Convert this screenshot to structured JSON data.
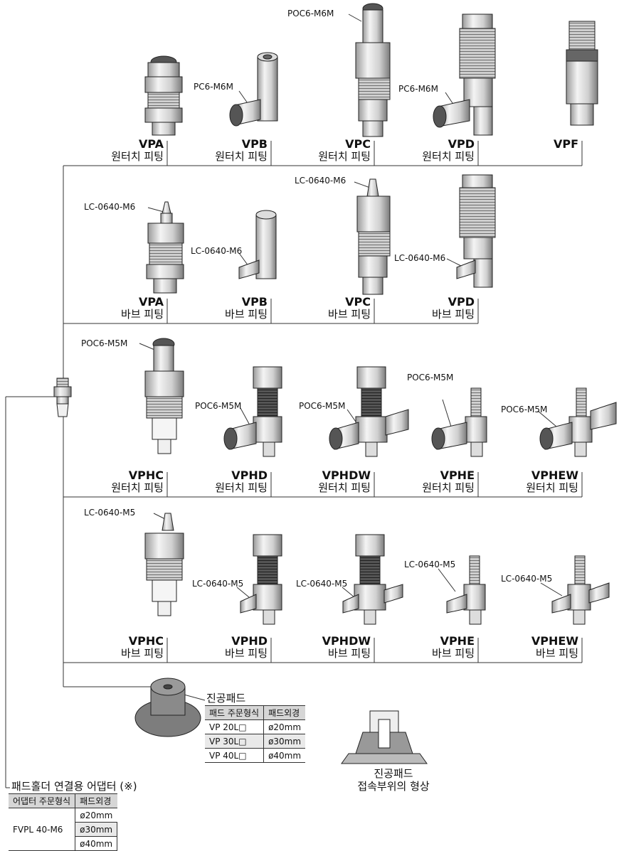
{
  "rows": [
    {
      "items": [
        {
          "model": "VPA",
          "sub": "원터치 피팅",
          "part": ""
        },
        {
          "model": "VPB",
          "sub": "원터치 피팅",
          "part": "PC6-M6M"
        },
        {
          "model": "VPC",
          "sub": "원터치 피팅",
          "part": "POC6-M6M"
        },
        {
          "model": "VPD",
          "sub": "원터치 피팅",
          "part": "PC6-M6M"
        },
        {
          "model": "VPF",
          "sub": "",
          "part": ""
        }
      ]
    },
    {
      "items": [
        {
          "model": "VPA",
          "sub": "바브 피팅",
          "part": "LC-0640-M6"
        },
        {
          "model": "VPB",
          "sub": "바브 피팅",
          "part": "LC-0640-M6"
        },
        {
          "model": "VPC",
          "sub": "바브 피팅",
          "part": "LC-0640-M6"
        },
        {
          "model": "VPD",
          "sub": "바브 피팅",
          "part": "LC-0640-M6"
        }
      ]
    },
    {
      "items": [
        {
          "model": "VPHC",
          "sub": "원터치 피팅",
          "part": "POC6-M5M"
        },
        {
          "model": "VPHD",
          "sub": "원터치 피팅",
          "part": "POC6-M5M"
        },
        {
          "model": "VPHDW",
          "sub": "원터치 피팅",
          "part": "POC6-M5M"
        },
        {
          "model": "VPHE",
          "sub": "원터치 피팅",
          "part": "POC6-M5M"
        },
        {
          "model": "VPHEW",
          "sub": "원터치 피팅",
          "part": "POC6-M5M"
        }
      ]
    },
    {
      "items": [
        {
          "model": "VPHC",
          "sub": "바브 피팅",
          "part": "LC-0640-M5"
        },
        {
          "model": "VPHD",
          "sub": "바브 피팅",
          "part": "LC-0640-M5"
        },
        {
          "model": "VPHDW",
          "sub": "바브 피팅",
          "part": "LC-0640-M5"
        },
        {
          "model": "VPHE",
          "sub": "바브 피팅",
          "part": "LC-0640-M5"
        },
        {
          "model": "VPHEW",
          "sub": "바브 피팅",
          "part": "LC-0640-M5"
        }
      ]
    }
  ],
  "vacuum_pad": {
    "title": "진공패드",
    "headers": [
      "패드 주문형식",
      "패드외경"
    ],
    "rows": [
      [
        "VP 20L□",
        "ø20mm"
      ],
      [
        "VP 30L□",
        "ø30mm"
      ],
      [
        "VP 40L□",
        "ø40mm"
      ]
    ],
    "shape_caption_1": "진공패드",
    "shape_caption_2": "접속부위의 형상"
  },
  "adapter": {
    "title": "패드홀더 연결용 어댑터 (※)",
    "headers": [
      "어댑터 주문형식",
      "패드외경"
    ],
    "model": "FVPL 40-M6",
    "diameters": [
      "ø20mm",
      "ø30mm",
      "ø40mm"
    ]
  },
  "colors": {
    "metal_light": "#e8e8e8",
    "metal_dark": "#8a8a8a",
    "seal": "#555555",
    "line": "#333333"
  }
}
